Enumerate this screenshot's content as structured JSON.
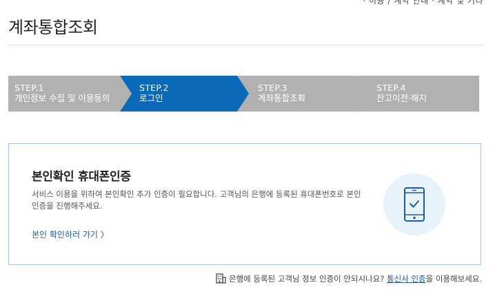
{
  "header": {
    "top_text": "· 이용 / 계약 안내 · 계약 및 기타",
    "title": "계좌통합조회"
  },
  "steps": [
    {
      "num": "STEP.1",
      "label": "개인정보 수집 및 이용동의",
      "active": false
    },
    {
      "num": "STEP.2",
      "label": "로그인",
      "active": true
    },
    {
      "num": "STEP.3",
      "label": "계좌통합조회",
      "active": false
    },
    {
      "num": "STEP.4",
      "label": "잔고이전·해지",
      "active": false
    }
  ],
  "colors": {
    "active": "#0a6ab8",
    "inactive": "#b1b1b1",
    "accent": "#1a5ba6"
  },
  "auth_card": {
    "title": "본인확인 휴대폰인증",
    "description": "서비스 이용을 위하여 본인확인 추가 인증이 필요합니다. 고객님의 은행에 등록된 휴대폰번호로 본인인증을 진행해주세요.",
    "link_label": "본인 확인하러 가기 〉",
    "icon": "phone-check-icon"
  },
  "footer": {
    "icon": "bank-building-icon",
    "pre_text": "은행에 등록된 고객님 정보 인증이 안되시나요?",
    "link_text": "통신사 인증",
    "post_text": "을 이용해보세요."
  }
}
